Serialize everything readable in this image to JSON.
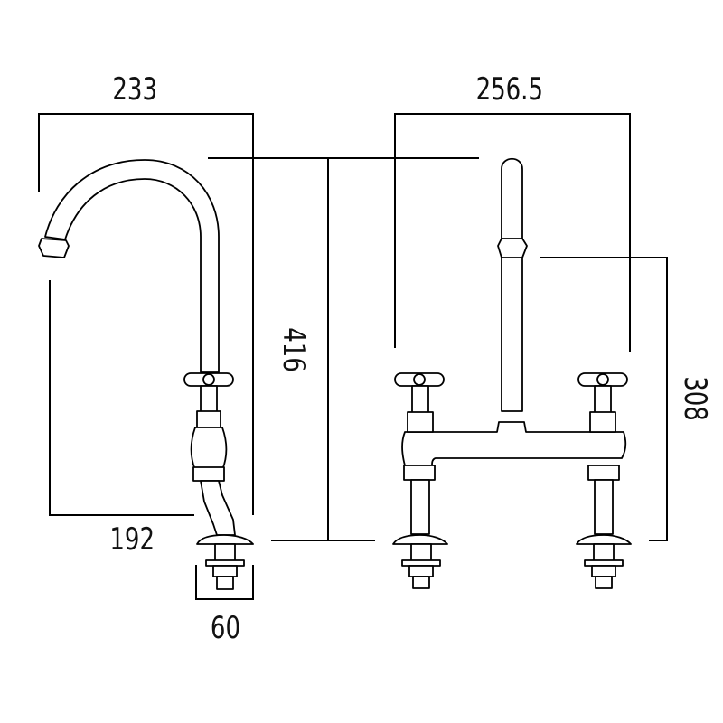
{
  "title": "Bridge mixer tap with swan-neck spout - dimension drawing",
  "dimensions": {
    "side_overall_reach": "233",
    "side_spout_reach": "192",
    "side_base_width": "60",
    "overall_height": "416",
    "front_overall_width": "256.5",
    "front_spout_outlet_height": "308"
  },
  "colors": {
    "line": "#000000",
    "background": "#ffffff"
  }
}
